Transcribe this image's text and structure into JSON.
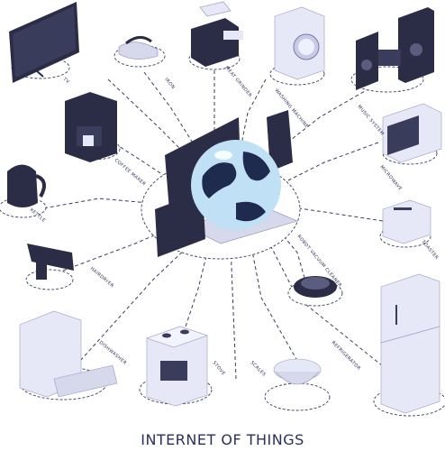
{
  "title": "INTERNET OF THINGS",
  "devices": {
    "tv": "TV",
    "iron": "IRON",
    "meat_grinder": "MEAT GRINDER",
    "washing_machine": "WASHING MACHINE",
    "music_system": "MUSIC SYSTEM",
    "coffee_maker": "COFFEE MAKER",
    "microwave": "MICROWAVE",
    "kettle": "KETTLE",
    "toaster": "TOASTER",
    "robot_vacuum": "ROBOT VACUUM CLEANER",
    "hairdryer": "HAIRDRYER",
    "dishwasher": "DISHWASHER",
    "stove": "STOVE",
    "scales": "SCALES",
    "refrigerator": "REFRIGERATOR"
  },
  "colors": {
    "dark": "#2b2d47",
    "light_appliance": "#e6e8f8",
    "globe_water": "#bfe0f5",
    "globe_land": "#1f2a4f",
    "label": "#2a2f55"
  }
}
